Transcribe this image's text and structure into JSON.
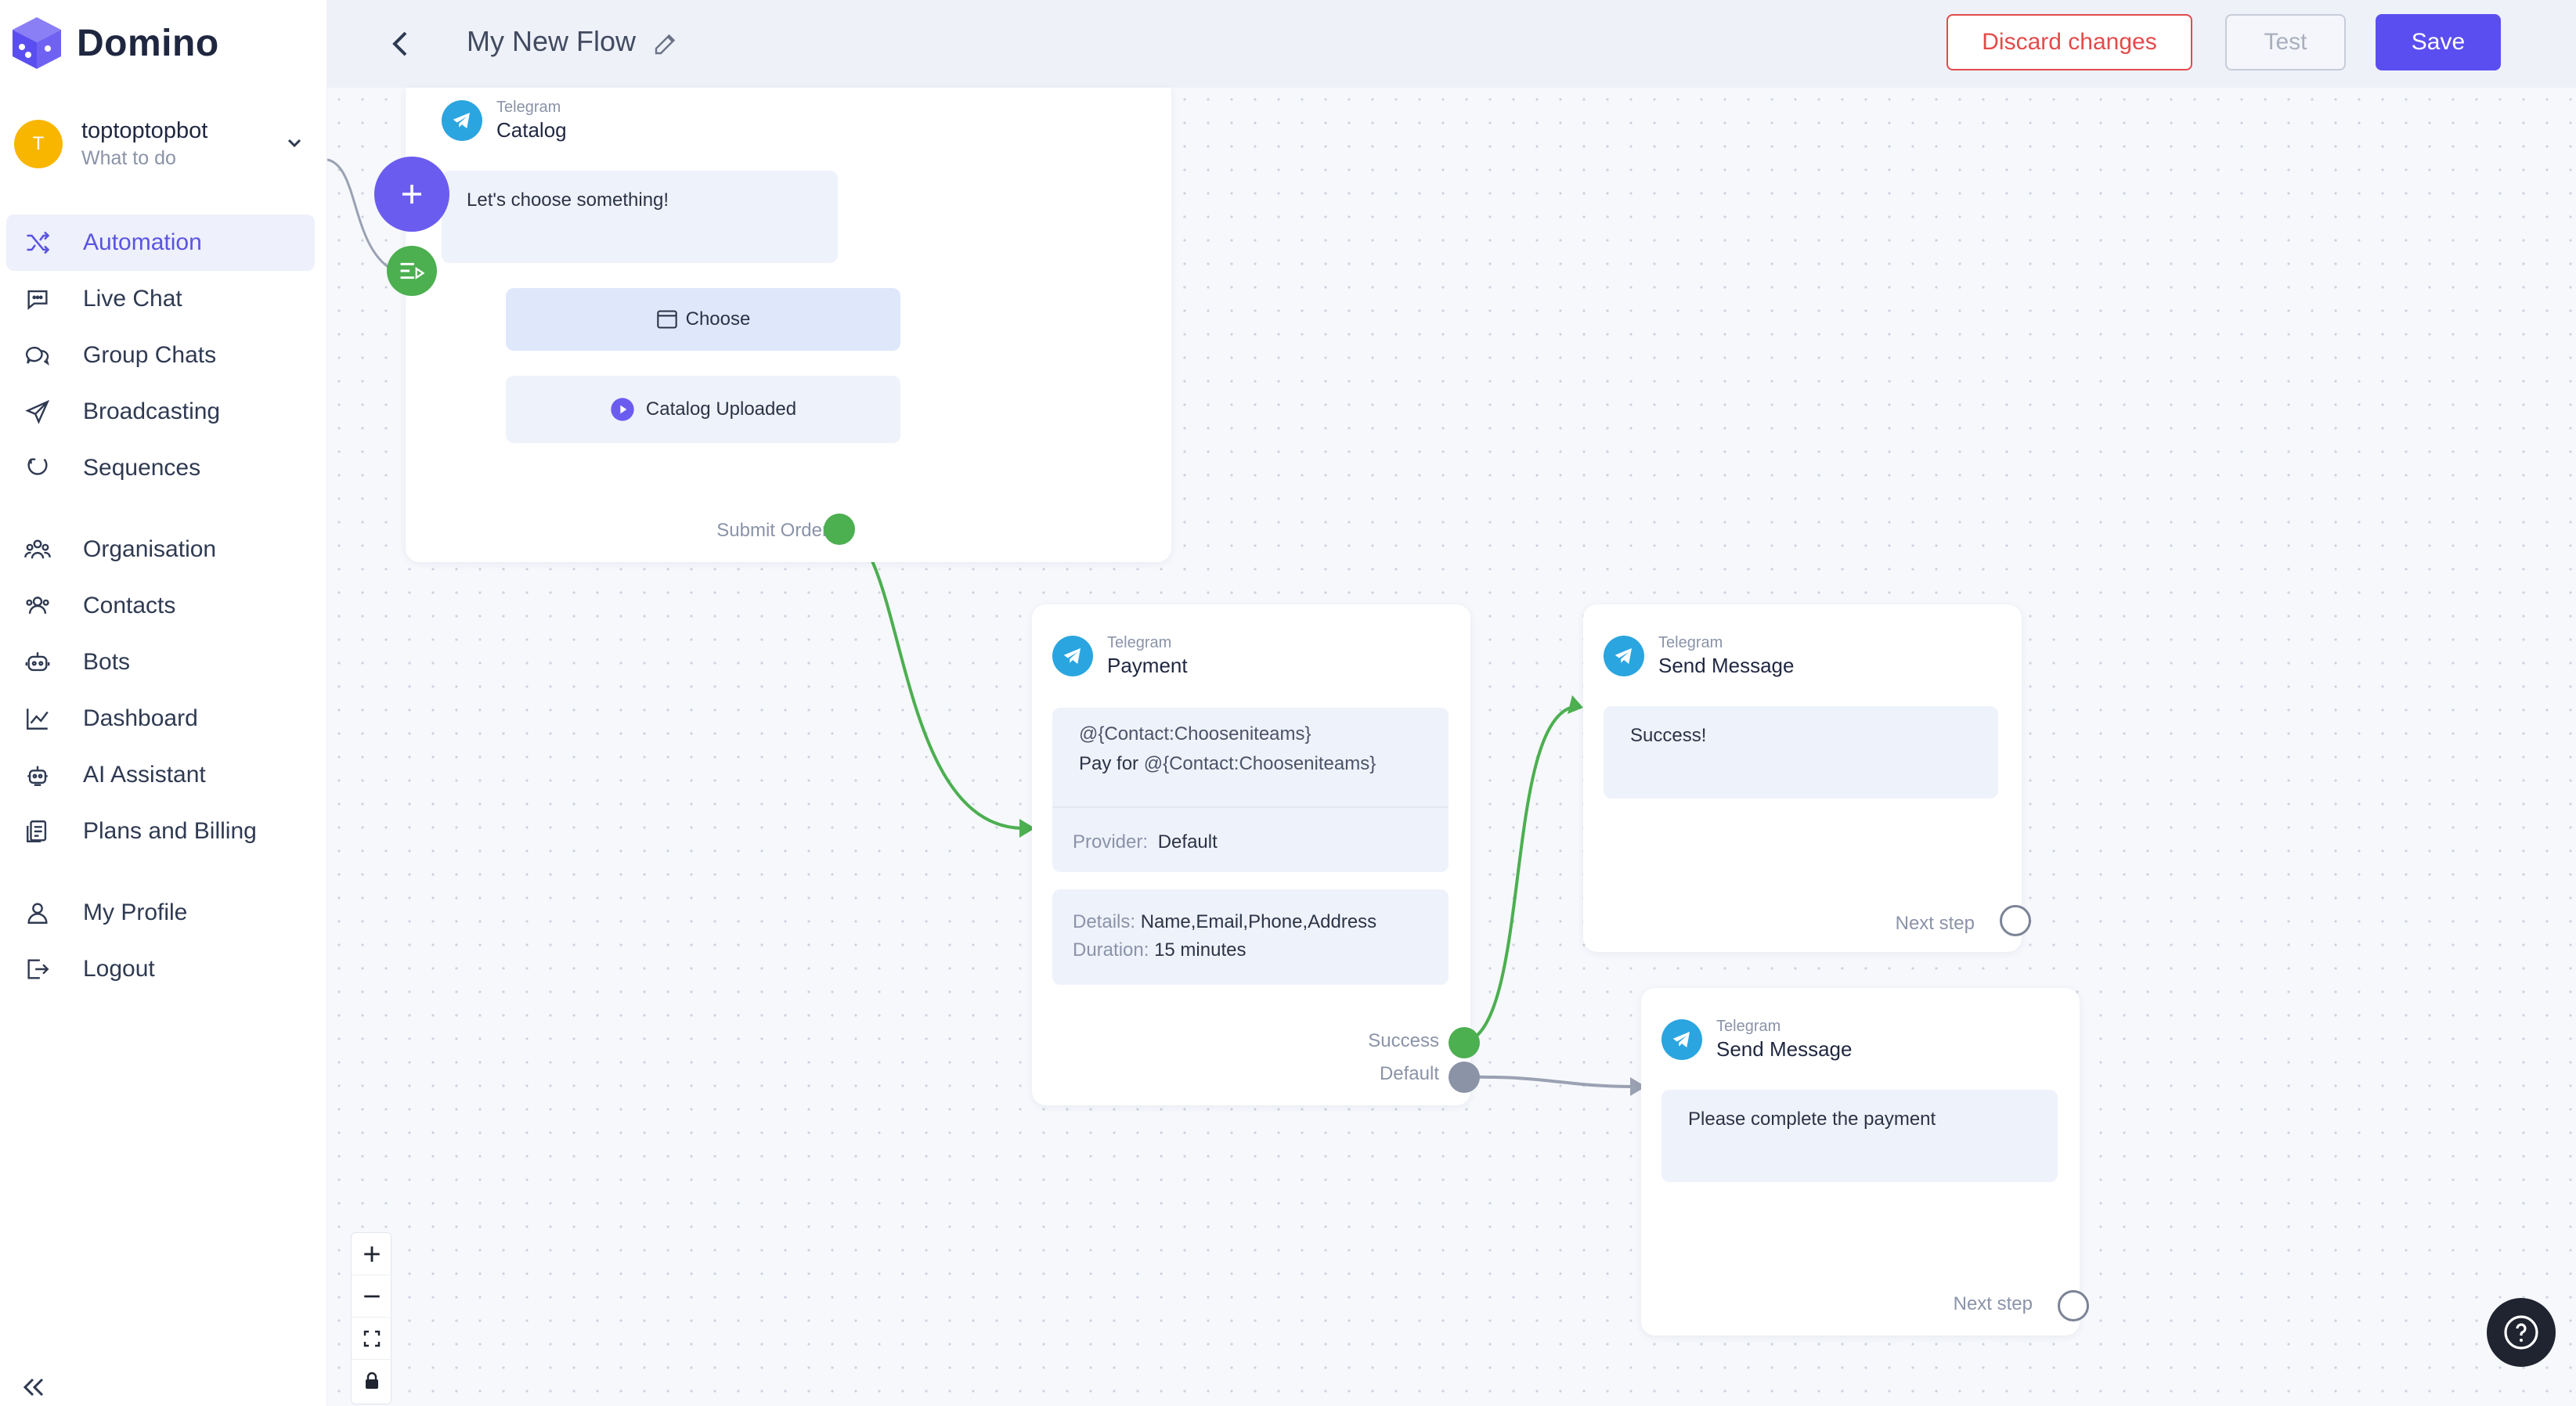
{
  "brand": {
    "name": "Domino"
  },
  "account": {
    "initial": "T",
    "name": "toptoptopbot",
    "subtitle": "What to do"
  },
  "nav": {
    "items": [
      {
        "label": "Automation",
        "icon": "shuffle-icon",
        "active": true
      },
      {
        "label": "Live Chat",
        "icon": "chat-bubble-icon"
      },
      {
        "label": "Group Chats",
        "icon": "group-chat-icon"
      },
      {
        "label": "Broadcasting",
        "icon": "send-icon"
      },
      {
        "label": "Sequences",
        "icon": "sequence-icon"
      },
      {
        "label": "Organisation",
        "icon": "organisation-icon"
      },
      {
        "label": "Contacts",
        "icon": "contacts-icon"
      },
      {
        "label": "Bots",
        "icon": "bot-icon"
      },
      {
        "label": "Dashboard",
        "icon": "chart-line-icon"
      },
      {
        "label": "AI Assistant",
        "icon": "ai-robot-icon"
      },
      {
        "label": "Plans and Billing",
        "icon": "billing-icon"
      },
      {
        "label": "My Profile",
        "icon": "user-icon"
      },
      {
        "label": "Logout",
        "icon": "logout-icon"
      }
    ]
  },
  "header": {
    "title": "My New Flow",
    "discard_label": "Discard changes",
    "test_label": "Test",
    "save_label": "Save"
  },
  "nodes": {
    "catalog": {
      "platform": "Telegram",
      "title": "Catalog",
      "message": "Let's choose something!",
      "choose_label": "Choose",
      "uploaded_label": "Catalog Uploaded",
      "output_label": "Submit Order"
    },
    "payment": {
      "platform": "Telegram",
      "title": "Payment",
      "line1": "@{Contact:Chooseniteams}",
      "line2_prefix": "Pay for",
      "line2_var": "@{Contact:Chooseniteams}",
      "provider_label": "Provider:",
      "provider_value": "Default",
      "details_label": "Details:",
      "details_value": "Name,Email,Phone,Address",
      "duration_label": "Duration:",
      "duration_value": "15 minutes",
      "success_label": "Success",
      "default_label": "Default"
    },
    "send_success": {
      "platform": "Telegram",
      "title": "Send Message",
      "message": "Success!",
      "next_label": "Next step"
    },
    "send_complete": {
      "platform": "Telegram",
      "title": "Send Message",
      "message": "Please complete the payment",
      "next_label": "Next step"
    }
  },
  "colors": {
    "accent": "#5b4ef0",
    "discard": "#e44a4a",
    "success_port": "#4caf50",
    "default_port": "#8b93a7",
    "telegram": "#2aa5e0"
  }
}
